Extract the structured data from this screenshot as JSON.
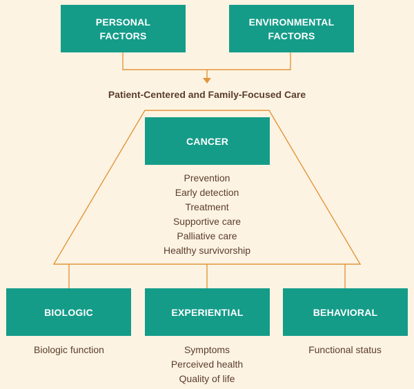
{
  "colors": {
    "background": "#fdf3e3",
    "box_fill": "#159c89",
    "box_text": "#ffffff",
    "connector": "#e0963a",
    "body_text": "#5a3d2a"
  },
  "top_boxes": {
    "personal": [
      "PERSONAL",
      "FACTORS"
    ],
    "environmental": [
      "ENVIRONMENTAL",
      "FACTORS"
    ]
  },
  "care_heading": "Patient-Centered and Family-Focused Care",
  "center_box": "CANCER",
  "care_continuum": [
    "Prevention",
    "Early detection",
    "Treatment",
    "Supportive care",
    "Palliative care",
    "Healthy survivorship"
  ],
  "domains": [
    {
      "label": "BIOLOGIC",
      "outcomes": [
        "Biologic function"
      ]
    },
    {
      "label": "EXPERIENTIAL",
      "outcomes": [
        "Symptoms",
        "Perceived health",
        "Quality of life"
      ]
    },
    {
      "label": "BEHAVIORAL",
      "outcomes": [
        "Functional status"
      ]
    }
  ]
}
